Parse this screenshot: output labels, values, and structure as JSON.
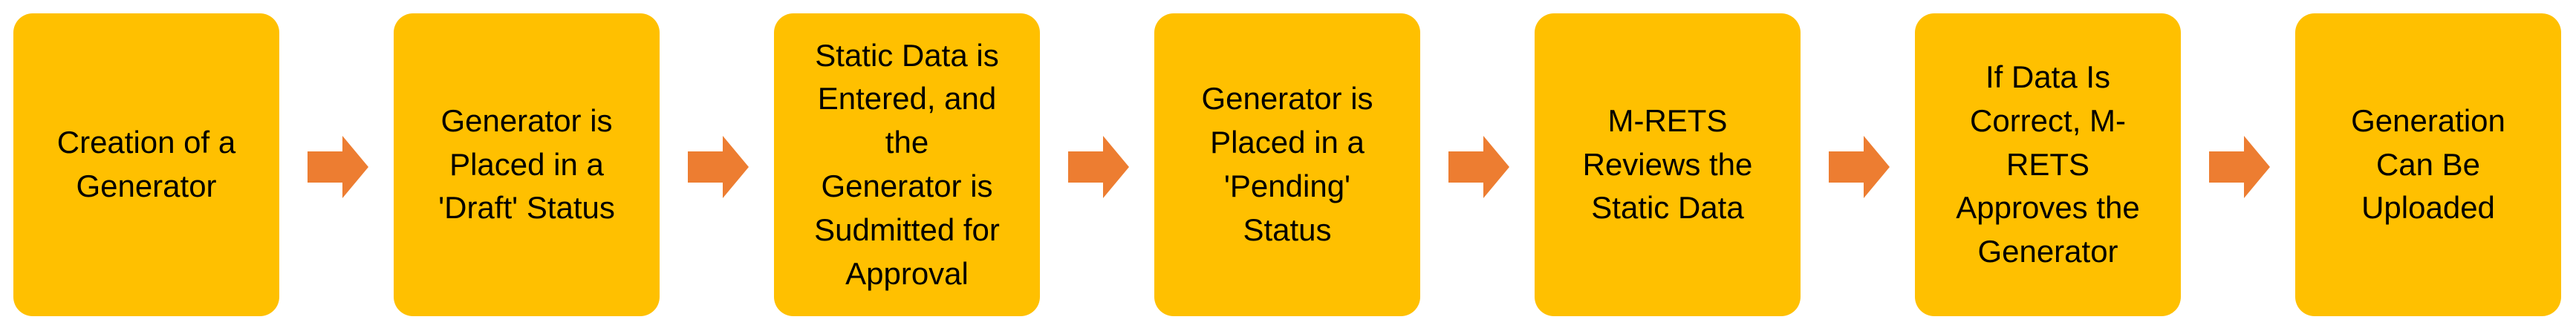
{
  "colors": {
    "box_fill": "#FFC000",
    "arrow_fill": "#ED7D31",
    "text": "#000000",
    "background": "#FFFFFF"
  },
  "arrow_icon": "right-arrow-icon",
  "steps": [
    {
      "label": "Creation of a\nGenerator"
    },
    {
      "label": "Generator is\nPlaced in a\n'Draft' Status"
    },
    {
      "label": "Static Data is\nEntered, and\nthe\nGenerator is\nSudmitted for\nApproval"
    },
    {
      "label": "Generator is\nPlaced in a\n'Pending'\nStatus"
    },
    {
      "label": "M-RETS\nReviews the\nStatic Data"
    },
    {
      "label": "If Data Is\nCorrect, M-\nRETS\nApproves the\nGenerator"
    },
    {
      "label": "Generation\nCan Be\nUploaded"
    }
  ]
}
